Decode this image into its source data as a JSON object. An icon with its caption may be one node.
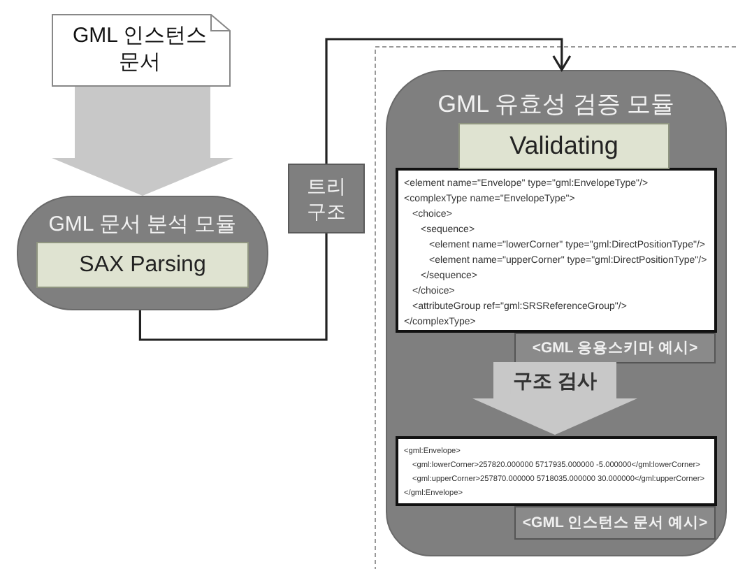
{
  "diagram": {
    "nodes": [
      {
        "text": [
          "GML 인스턴스 문서"
        ]
      },
      {
        "text": [
          "GML 문서 분석 모듈"
        ]
      },
      {
        "text": [
          "SAX Parsing"
        ],
        "in": 1
      },
      {
        "text": [
          "트리 구조"
        ]
      },
      {
        "text": [
          "GML 유효성 검증 모듈"
        ]
      },
      {
        "text": [
          "Validating"
        ],
        "in": 4
      },
      {
        "text": [
          "<element name=\"Envelope\" type=\"gml:EnvelopeType\"/>",
          "<complexType name=\"EnvelopeType\">",
          "<choice>",
          "<sequence>",
          "<element name=\"lowerCorner\" type=\"gml:DirectPositionType\"/>",
          "<element name=\"upperCorner\" type=\"gml:DirectPositionType\"/>",
          "</sequence>",
          "</choice>",
          "<attributeGroup ref=\"gml:SRSReferenceGroup\"/>",
          "</complexType>"
        ],
        "in": 4
      },
      {
        "text": [
          "<GML 응용스키마 예시>"
        ],
        "in": 4
      },
      {
        "text": [
          "<gml:Envelope>",
          "<gml:lowerCorner>257820.000000 5717935.000000 -5.000000</gml:lowerCorner>",
          "<gml:upperCorner>257870.000000 5718035.000000 30.000000</gml:upperCorner>",
          "</gml:Envelope>"
        ],
        "in": 4
      },
      {
        "text": [
          "<GML 인스턴스 문서 예시>"
        ],
        "in": 4
      }
    ],
    "edges": [
      {
        "from": 0,
        "to": 1,
        "arrow": "to",
        "style": "thick",
        "color": "#c8c8c8"
      },
      {
        "from": 1,
        "to": 3,
        "arrow": "none",
        "color": "#222222"
      },
      {
        "from": 3,
        "to": 4,
        "arrow": "to",
        "color": "#222222"
      },
      {
        "from": 7,
        "to": 8,
        "arrow": "to",
        "label": "구조 검사",
        "style": "thick",
        "color": "#c8c8c8"
      }
    ]
  }
}
